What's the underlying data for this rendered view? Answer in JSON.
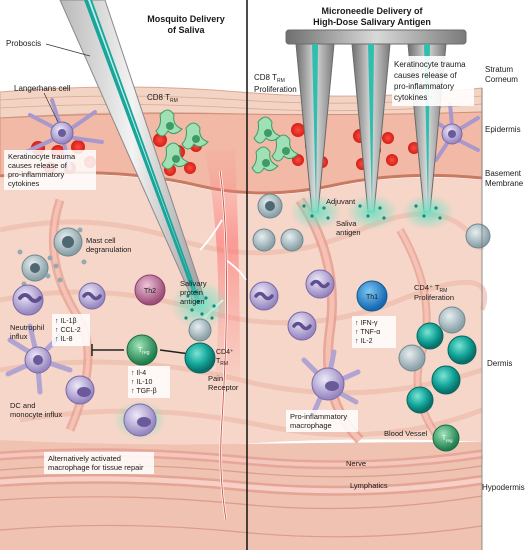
{
  "panels": {
    "left": {
      "title_line1": "Mosquito Delivery",
      "title_line2": "of Saliva"
    },
    "right": {
      "title_line1": "Microneedle Delivery of",
      "title_line2": "High-Dose Salivary Antigen"
    }
  },
  "layers": {
    "stratum_line1": "Stratum",
    "stratum_line2": "Corneum",
    "epidermis": "Epidermis",
    "basement_line1": "Basement",
    "basement_line2": "Membrane",
    "dermis": "Dermis",
    "hypodermis": "Hypodermis"
  },
  "labels": {
    "proboscis": "Proboscis",
    "langerhans": "Langerhans cell",
    "cd8_left": "CD8 T",
    "cd8_left_sub": "RM",
    "cd8_right_line1": "CD8 T",
    "cd8_right_sub": "RM",
    "cd8_right_line2": "Proliferation",
    "keratinocyte_left": [
      "Keratinocyte trauma",
      "causes release of",
      "pro-inflammatory",
      "cytokines"
    ],
    "keratinocyte_right": [
      "Keratinocyte trauma",
      "causes release of",
      "pro-inflammatory",
      "cytokines"
    ],
    "mast_line1": "Mast cell",
    "mast_line2": "degranulation",
    "th2": "Th2",
    "salivary_line1": "Salivary",
    "salivary_line2": "protein",
    "salivary_line3": "antigen",
    "neutrophil_line1": "Neutrophil",
    "neutrophil_line2": "influx",
    "cytokines_left": [
      "↑ IL-1β",
      "↑ CCL-2",
      "↑ IL-8"
    ],
    "treg": "T",
    "treg_sub": "reg",
    "treg_cytokines": [
      "↑ Il-4",
      "↑ IL-10",
      "↑ TGF-β"
    ],
    "cd4_left": "CD4⁺",
    "cd4_left_sub": "T",
    "cd4_left_subsub": "RM",
    "pain_line1": "Pain",
    "pain_line2": "Receptor",
    "dc_line1": "DC and",
    "dc_line2": "monocyte influx",
    "alt_macro_line1": "Alternatively activated",
    "alt_macro_line2": "macrophage for tissue repair",
    "adjuvant": "Adjuvant",
    "saliva_line1": "Saliva",
    "saliva_line2": "antigen",
    "th1": "Th1",
    "th1_cytokines": [
      "↑ IFN-γ",
      "↑ TNF-α",
      "↑ IL-2"
    ],
    "cd4_right_line1": "CD4⁺ T",
    "cd4_right_sub": "RM",
    "cd4_right_line2": "Proliferation",
    "pro_macro_line1": "Pro-inflammatory",
    "pro_macro_line2": "macrophage",
    "blood_vessel": "Blood Vessel",
    "treg_right": "T",
    "treg_right_sub": "reg",
    "nerve": "Nerve",
    "lymphatics": "Lymphatics"
  },
  "colors": {
    "skin_top": "#f1c9b5",
    "epidermis": "#f2b7a4",
    "dermis": "#f5d2c4",
    "hypodermis": "#eebeac",
    "cd8": "#8fd3a6",
    "teal": "#14a79b",
    "treg": "#2e9b6b",
    "th1": "#1e8fd6",
    "th2": "#c77aa0",
    "red_cell": "#e8312b",
    "purple_cell": "#b7a7d6",
    "microneedle": "#9a9a9a",
    "glow": "#6fe0c2"
  }
}
